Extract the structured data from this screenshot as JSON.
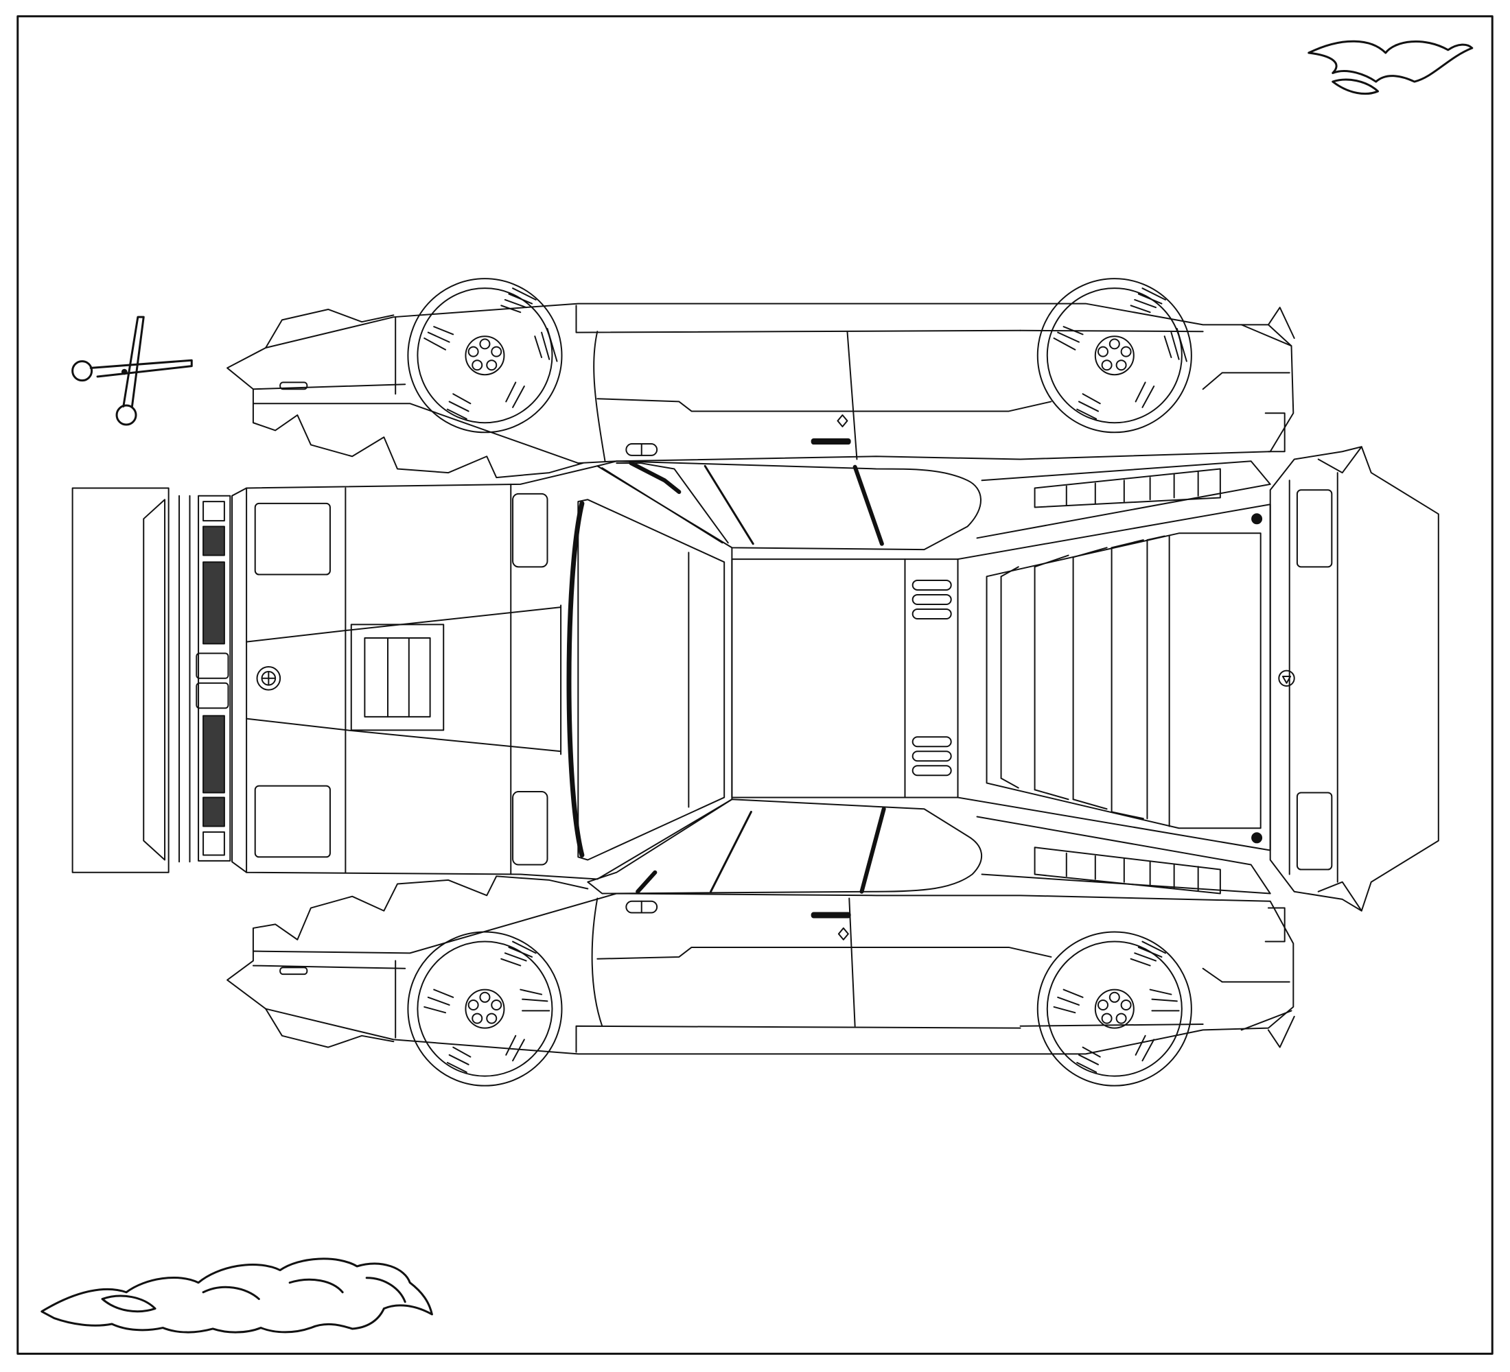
{
  "sheet": {
    "kind": "paper car cut-out template (coloring page)",
    "colors": {
      "ink": "#111111",
      "paper": "#ffffff",
      "grille_fill": "#3a3a3a"
    }
  },
  "icons": [
    "scissors-icon",
    "flame-top-right",
    "flame-bottom-left"
  ],
  "panels": [
    "side-panel-top",
    "roof-center-panel",
    "side-panel-bottom",
    "front-hood-panel",
    "rear-deck-panel"
  ]
}
